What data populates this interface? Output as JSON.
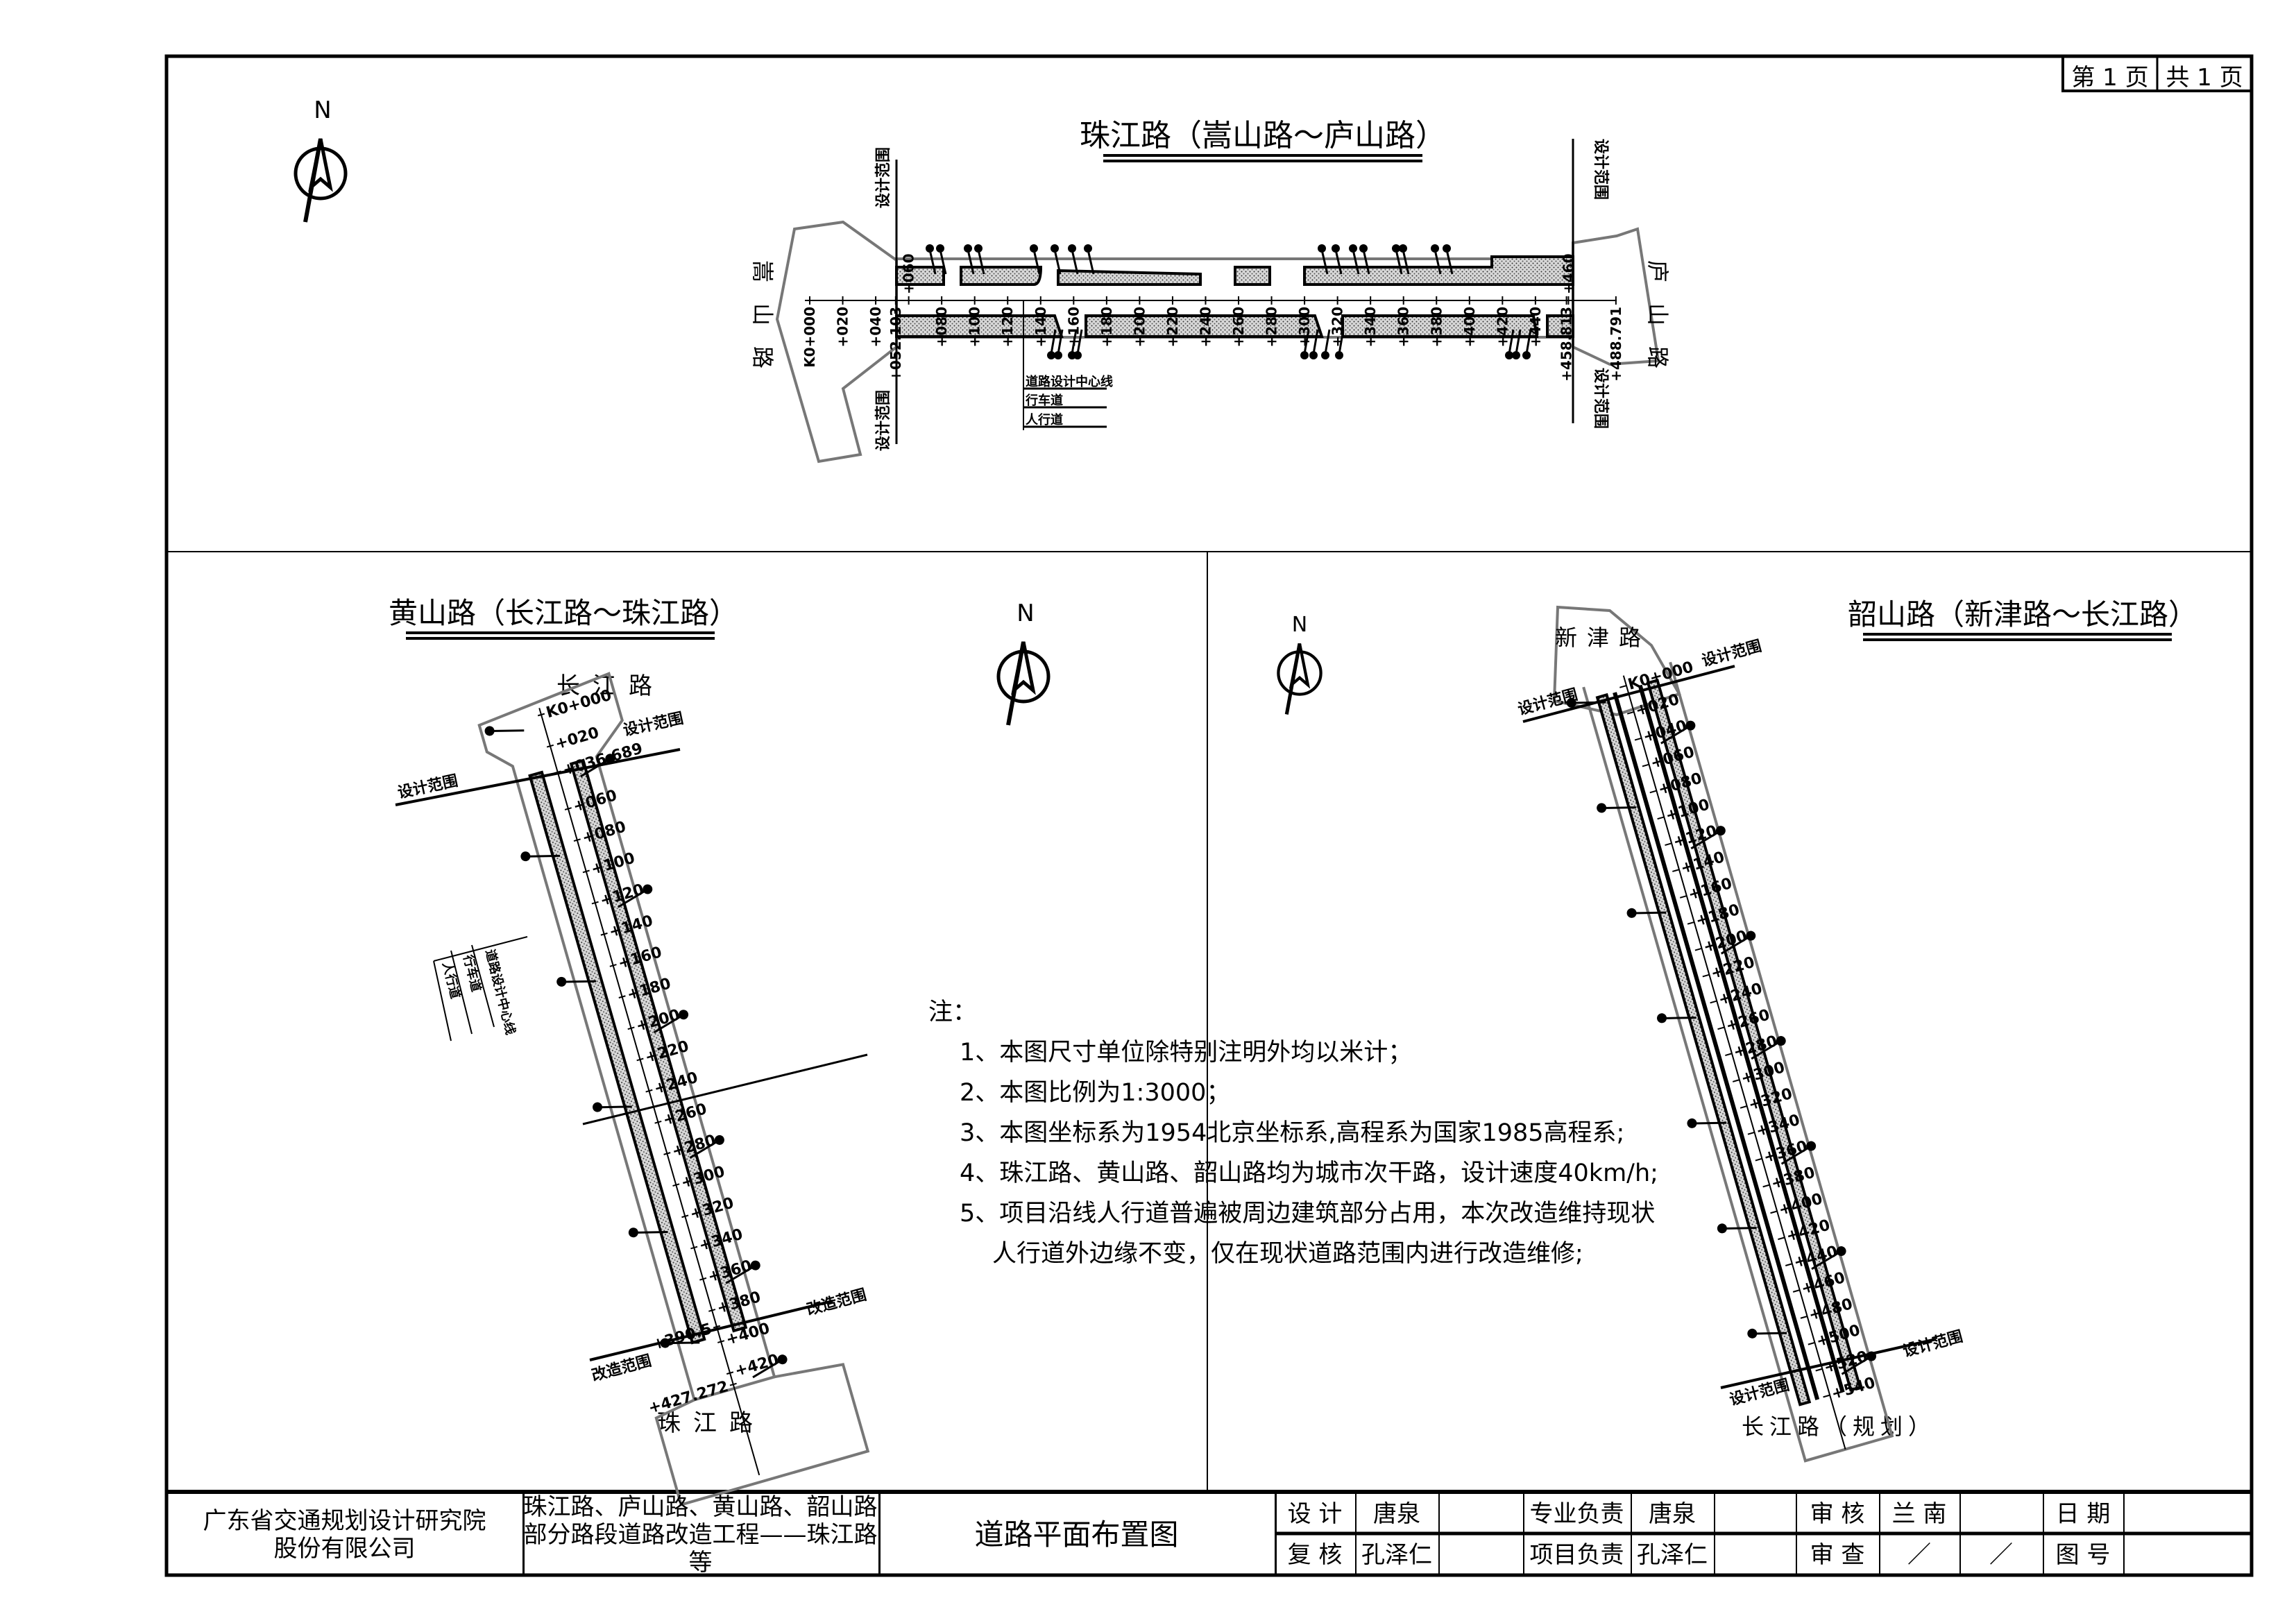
{
  "page_indicator": {
    "current": "第 1 页",
    "total": "共 1 页"
  },
  "north_label": "N",
  "zhujiang": {
    "title": "珠江路（嵩山路～庐山路）",
    "left_road": "嵩山路",
    "right_road": "庐山路",
    "range_left": "设计范围",
    "range_right": "设计范围",
    "legend": [
      "道路设计中心线",
      "行车道",
      "人行道"
    ],
    "stations": [
      "K0+000",
      "+020",
      "+040",
      "+052.103",
      "+060",
      "+080",
      "+100",
      "+120",
      "+140",
      "+160",
      "+180",
      "+200",
      "+220",
      "+240",
      "+260",
      "+280",
      "+300",
      "+320",
      "+340",
      "+360",
      "+380",
      "+400",
      "+420",
      "+440",
      "+458.813",
      "+460",
      "+488.791"
    ]
  },
  "huangshan": {
    "title": "黄山路（长江路～珠江路）",
    "top_road": "长江路",
    "bottom_road": "珠江路",
    "range_top": "设计范围",
    "range_bottom": "改造范围",
    "legend": [
      "道路设计中心线",
      "行车道",
      "人行道"
    ],
    "stations": [
      "K0+000",
      "+020",
      "+036.689",
      "+060",
      "+080",
      "+100",
      "+120",
      "+140",
      "+160",
      "+180",
      "+200",
      "+220",
      "+240",
      "+260",
      "+280",
      "+300",
      "+320",
      "+340",
      "+360",
      "+380",
      "+390.5",
      "+400",
      "+420",
      "+427.272"
    ]
  },
  "shaoshan": {
    "title": "韶山路（新津路～长江路）",
    "top_road": "新津路",
    "bottom_road": "长江路（规划）",
    "range_top": "设计范围",
    "range_bottom": "设计范围",
    "stations": [
      "K0+000",
      "+020",
      "+040",
      "+060",
      "+080",
      "+100",
      "+120",
      "+140",
      "+160",
      "+180",
      "+200",
      "+220",
      "+240",
      "+260",
      "+280",
      "+300",
      "+320",
      "+340",
      "+360",
      "+380",
      "+400",
      "+420",
      "+440",
      "+460",
      "+480",
      "+500",
      "+520",
      "+540"
    ]
  },
  "notes": {
    "heading": "注：",
    "items": [
      "1、本图尺寸单位除特别注明外均以米计；",
      "2、本图比例为1:3000；",
      "3、本图坐标系为1954北京坐标系,高程系为国家1985高程系;",
      "4、珠江路、黄山路、韶山路均为城市次干路，设计速度40km/h;",
      "5、项目沿线人行道普遍被周边建筑部分占用，本次改造维持现状",
      "人行道外边缘不变，仅在现状道路范围内进行改造维修;"
    ]
  },
  "title_block": {
    "company_line1": "广东省交通规划设计研究院",
    "company_line2": "股份有限公司",
    "project_line1": "珠江路、庐山路、黄山路、韶山路",
    "project_line2": "部分路段道路改造工程——珠江路等",
    "drawing_title": "道路平面布置图",
    "design_label": "设 计",
    "design_name": "唐泉",
    "check_label": "复 核",
    "check_name": "孔泽仁",
    "specialty_label": "专业负责",
    "specialty_name": "唐泉",
    "project_lead_label": "项目负责",
    "project_lead_name": "孔泽仁",
    "review_label": "审 核",
    "review_name": "兰 南",
    "approve_label": "审 查",
    "approve_name": "／",
    "approve_extra": "／",
    "date_label": "日 期",
    "date_value": "",
    "drawing_no_label": "图 号",
    "drawing_no_value": ""
  }
}
